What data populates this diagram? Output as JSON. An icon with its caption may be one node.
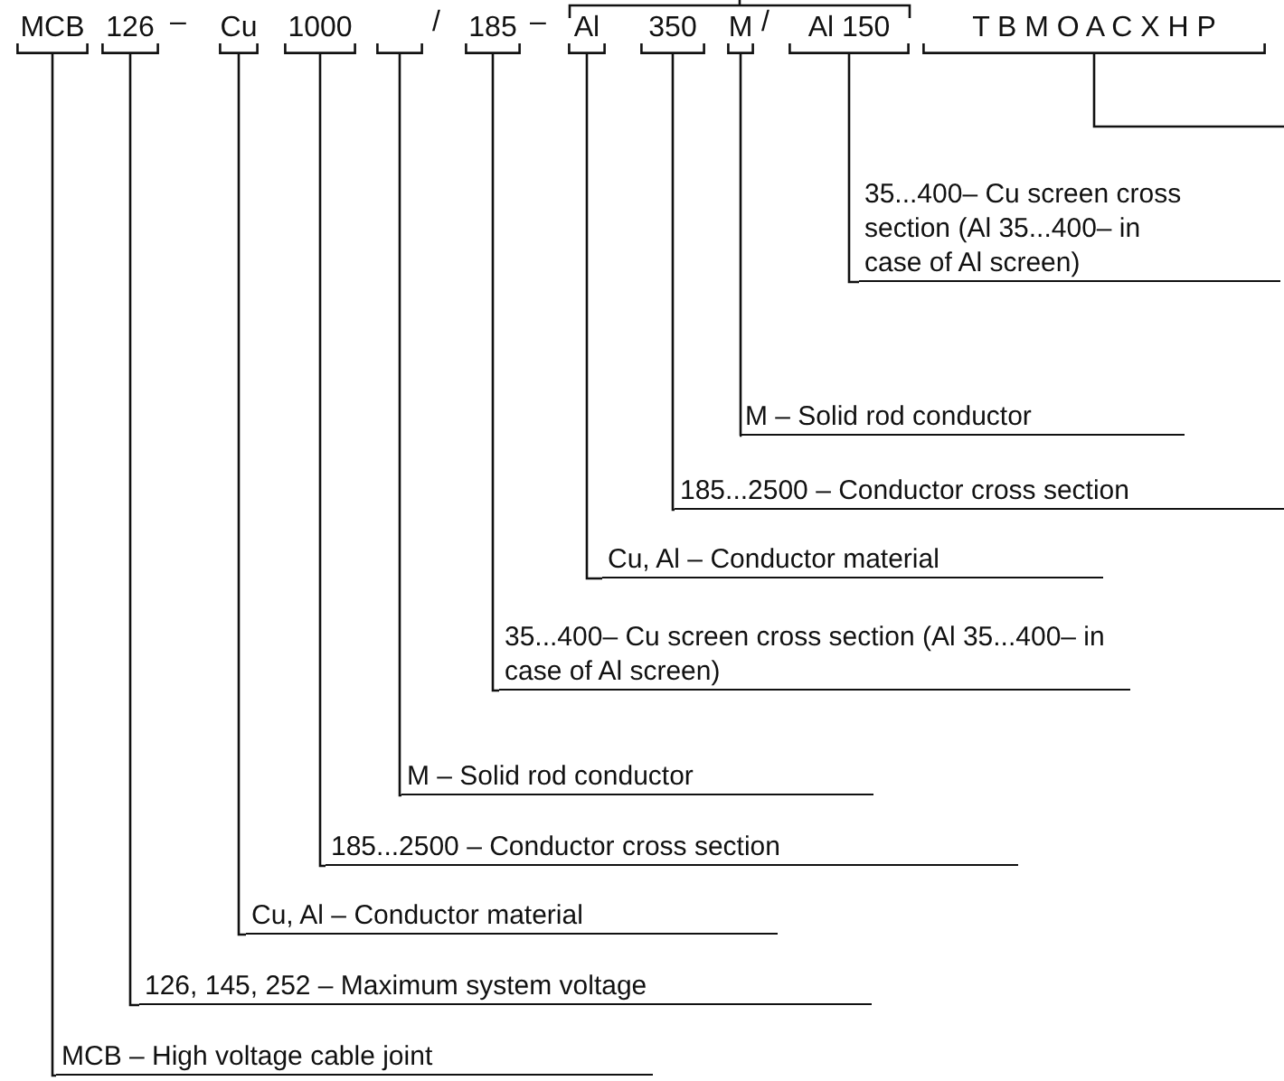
{
  "diagram": {
    "nodes": [
      {
        "text": [
          "MCB"
        ]
      },
      {
        "text": [
          "126"
        ]
      },
      {
        "text": [
          "Cu"
        ]
      },
      {
        "text": [
          "1000"
        ]
      },
      {
        "text": [],
        "shape": "bar"
      },
      {
        "text": [
          "185"
        ]
      },
      {
        "text": [
          "Al"
        ]
      },
      {
        "text": [
          "350"
        ]
      },
      {
        "text": [
          "M"
        ]
      },
      {
        "text": [
          "Al 150"
        ]
      },
      {
        "text": [
          "T B M O A C X H P"
        ]
      },
      {
        "text": [
          "35...400– Cu screen cross section (Al 35...400– in case of Al screen)"
        ]
      },
      {
        "text": [
          "M – Solid rod conductor"
        ]
      },
      {
        "text": [
          "185...2500 – Conductor cross section"
        ]
      },
      {
        "text": [
          "Cu, Al – Conductor material"
        ]
      },
      {
        "text": [
          "35...400– Cu screen cross section (Al 35...400– in case of Al screen)"
        ]
      },
      {
        "text": [
          "M – Solid rod conductor"
        ]
      },
      {
        "text": [
          "185...2500 – Conductor cross section"
        ]
      },
      {
        "text": [
          "Cu, Al – Conductor material"
        ]
      },
      {
        "text": [
          "126, 145, 252 – Maximum system voltage"
        ]
      },
      {
        "text": [
          "MCB – High voltage cable joint"
        ]
      }
    ],
    "edges": [
      {
        "from": 9,
        "to": 11,
        "arrow": "none"
      },
      {
        "from": 8,
        "to": 12,
        "arrow": "none"
      },
      {
        "from": 7,
        "to": 13,
        "arrow": "none"
      },
      {
        "from": 6,
        "to": 14,
        "arrow": "none"
      },
      {
        "from": 5,
        "to": 15,
        "arrow": "none"
      },
      {
        "from": 4,
        "to": 16,
        "arrow": "none"
      },
      {
        "from": 3,
        "to": 17,
        "arrow": "none"
      },
      {
        "from": 2,
        "to": 18,
        "arrow": "none"
      },
      {
        "from": 1,
        "to": 19,
        "arrow": "none"
      },
      {
        "from": 0,
        "to": 20,
        "arrow": "none"
      },
      {
        "from": 10,
        "to": null,
        "arrow": "none"
      }
    ],
    "labels": [
      "–",
      "/",
      "–",
      "/"
    ]
  }
}
